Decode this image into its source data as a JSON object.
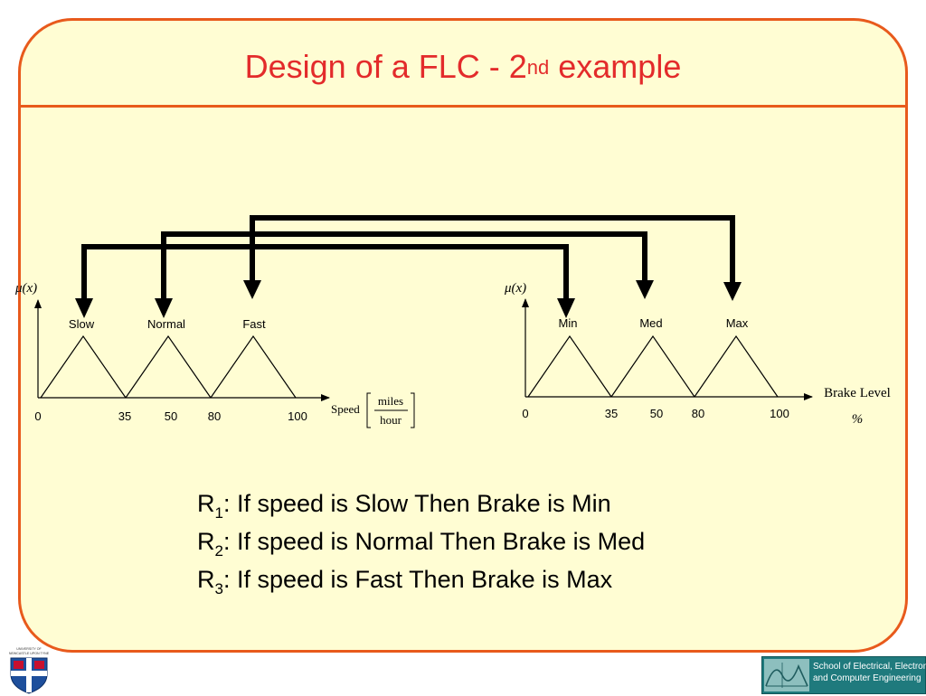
{
  "slide": {
    "title_main": "Design of a FLC - 2",
    "title_sup": "nd",
    "title_tail": " example"
  },
  "input_chart": {
    "axis_label": "μ(x)",
    "sets": [
      "Slow",
      "Normal",
      "Fast"
    ],
    "ticks": [
      "0",
      "35",
      "50",
      "80",
      "100"
    ],
    "xlabel": "Speed",
    "unit_num": "miles",
    "unit_den": "hour"
  },
  "output_chart": {
    "axis_label": "μ(x)",
    "sets": [
      "Min",
      "Med",
      "Max"
    ],
    "ticks": [
      "0",
      "35",
      "50",
      "80",
      "100"
    ],
    "xlabel": "Brake Level",
    "unit": "%"
  },
  "rules": [
    {
      "label": "R",
      "sub": "1",
      "text": ": If speed is Slow Then Brake is Min"
    },
    {
      "label": "R",
      "sub": "2",
      "text": ": If speed is Normal Then Brake is Med"
    },
    {
      "label": "R",
      "sub": "3",
      "text": ": If speed is Fast Then Brake is Max"
    }
  ],
  "footer": {
    "university_lines": [
      "UNIVERSITY OF",
      "NEWCASTLE UPON TYNE"
    ],
    "school_lines": [
      "School of Electrical, Electronic",
      "and Computer Engineering"
    ]
  },
  "colors": {
    "frame": "#E85A1C",
    "background": "#FFFDD3",
    "title": "#E32B2B",
    "school_logo": "#1F7A7D"
  }
}
